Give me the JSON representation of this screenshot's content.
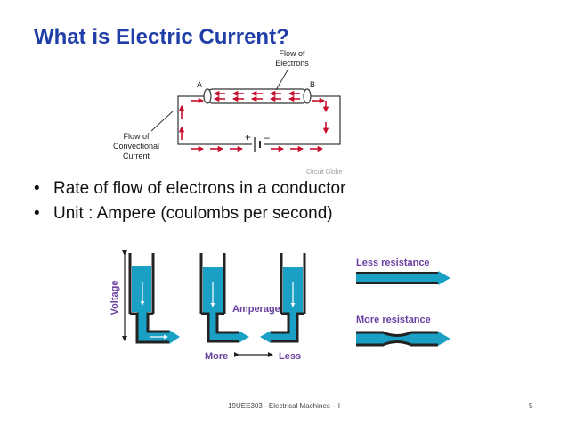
{
  "slide": {
    "title": "What is Electric Current?",
    "bullets": [
      {
        "bullet": "•",
        "text": "Rate of flow of electrons in a conductor"
      },
      {
        "bullet": "•",
        "text": "Unit : Ampere (coulombs per second)"
      }
    ],
    "footer": {
      "text": "19UEE303 - Electrical Machines – I",
      "page_number": "5"
    }
  },
  "circuit_figure": {
    "flow_label_line1": "Flow of",
    "flow_label_line2": "Electrons",
    "terminal_a": "A",
    "terminal_b": "B",
    "conv_label_line1": "Flow of",
    "conv_label_line2": "Convectional",
    "conv_label_line3": "Current",
    "plus_sign": "+",
    "minus_sign": "–",
    "credit": "Circuit Globe",
    "wire_color": "#c8102e"
  },
  "resistance_figure": {
    "voltage_label": "Voltage",
    "amperage_label": "Amperage",
    "more_label": "More",
    "less_label": "Less",
    "less_resistance_label": "Less resistance",
    "more_resistance_label": "More resistance",
    "water_color": "#1aa0c4",
    "label_color": "#6a3fa0"
  }
}
